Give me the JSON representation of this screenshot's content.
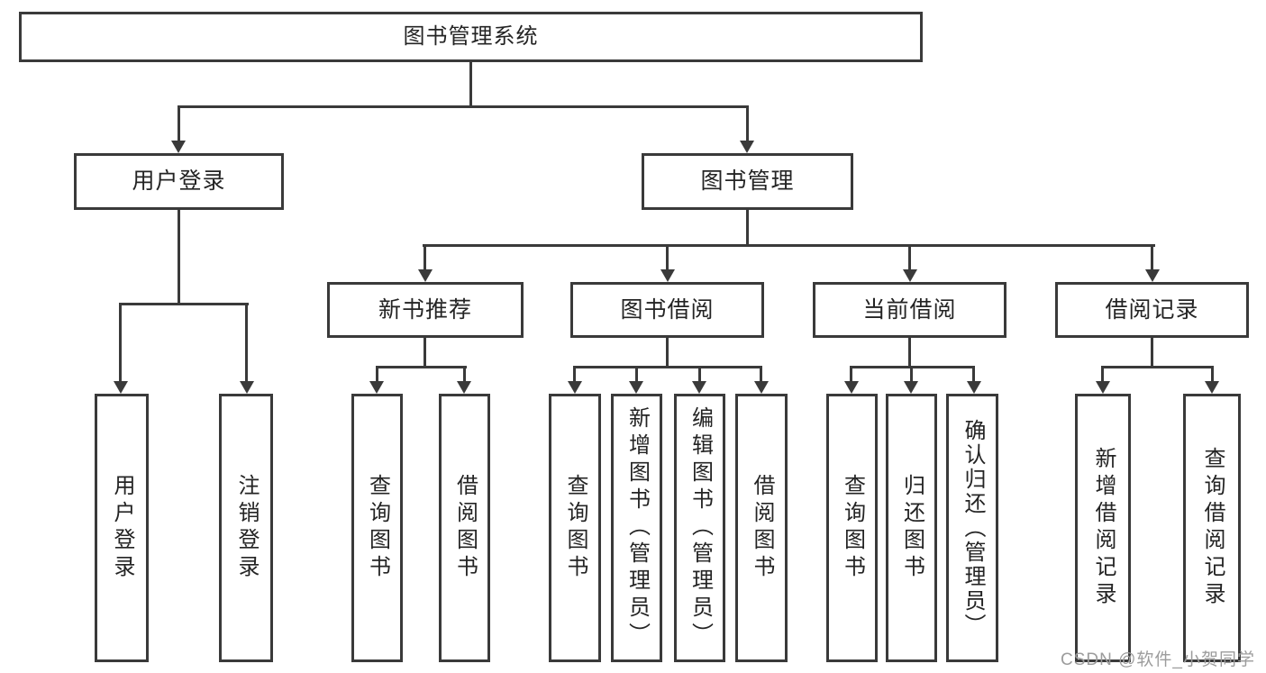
{
  "diagram": {
    "title": "图书管理系统",
    "level2": {
      "login": "用户登录",
      "mgmt": "图书管理"
    },
    "level3": {
      "recommend": "新书推荐",
      "borrow": "图书借阅",
      "current": "当前借阅",
      "records": "借阅记录"
    },
    "leaves": {
      "login_user": "用户登录",
      "login_logout": "注销登录",
      "rec_query": "查询图书",
      "rec_borrow": "借阅图书",
      "borrow_query": "查询图书",
      "borrow_add": "新增图书（管理员）",
      "borrow_edit": "编辑图书（管理员）",
      "borrow_borrow": "借阅图书",
      "cur_query": "查询图书",
      "cur_return": "归还图书",
      "cur_confirm": "确认归还（管理员）",
      "records_add": "新增借阅记录",
      "records_query": "查询借阅记录"
    }
  },
  "watermark": "CSDN @软件_小贺同学",
  "colors": {
    "line": "#3a3a3a",
    "text": "#242424",
    "watermark": "#9c9c9c",
    "background": "#ffffff"
  }
}
